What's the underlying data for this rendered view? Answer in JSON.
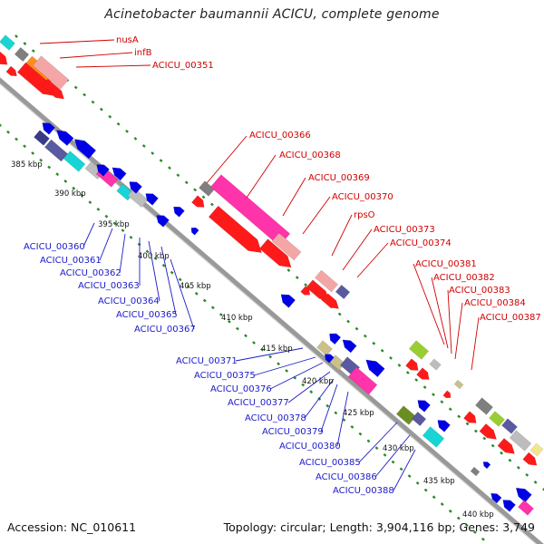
{
  "title": "Acinetobacter baumannii ACICU, complete genome",
  "footer": {
    "accession": "Accession: NC_010611",
    "summary": "Topology: circular; Length: 3,904,116 bp; Genes: 3,749"
  },
  "colors": {
    "forward_strand": "#ff1a1a",
    "reverse_strand": "#0000e6",
    "backbone": "#999999",
    "tick_dots": "#2a8a2a",
    "label_red": "#d10000",
    "label_blue": "#1a1ac8"
  },
  "scale_labels": [
    "385 kbp",
    "390 kbp",
    "395 kbp",
    "400 kbp",
    "405 kbp",
    "410 kbp",
    "415 kbp",
    "420 kbp",
    "425 kbp",
    "430 kbp",
    "435 kbp",
    "440 kbp"
  ],
  "forward_labels": [
    "nusA",
    "infB",
    "ACICU_00351",
    "ACICU_00366",
    "ACICU_00368",
    "ACICU_00369",
    "ACICU_00370",
    "rpsO",
    "ACICU_00373",
    "ACICU_00374",
    "ACICU_00381",
    "ACICU_00382",
    "ACICU_00383",
    "ACICU_00384",
    "ACICU_00387"
  ],
  "reverse_labels": [
    "ACICU_00360",
    "ACICU_00361",
    "ACICU_00362",
    "ACICU_00363",
    "ACICU_00364",
    "ACICU_00365",
    "ACICU_00367",
    "ACICU_00371",
    "ACICU_00375",
    "ACICU_00376",
    "ACICU_00377",
    "ACICU_00378",
    "ACICU_00379",
    "ACICU_00380",
    "ACICU_00385",
    "ACICU_00386",
    "ACICU_00388"
  ]
}
